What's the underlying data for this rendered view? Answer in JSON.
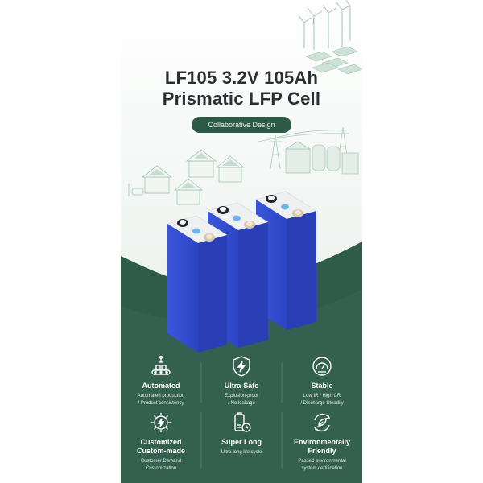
{
  "title": {
    "line1": "LF105 3.2V 105Ah",
    "line2": "Prismatic LFP Cell"
  },
  "badge": "Collaborative Design",
  "colors": {
    "cell_blue": "#3b55d6",
    "dark_green": "#2f5b4b",
    "pill_green": "#2d5a48"
  },
  "features": [
    {
      "icon": "conveyor-robot-icon",
      "name": "Automated",
      "desc": [
        "Automated production",
        "/ Product consistency"
      ]
    },
    {
      "icon": "shield-lightning-icon",
      "name": "Ultra-Safe",
      "desc": [
        "Explosion-proof",
        "/ No leakage"
      ]
    },
    {
      "icon": "gauge-icon",
      "name": "Stable",
      "desc": [
        "Low IR / High CR",
        "/ Discharge Steadily"
      ]
    },
    {
      "icon": "gear-lightning-icon",
      "name": "Customized\nCustom-made",
      "desc": [
        "Customer Demand",
        "Customization"
      ]
    },
    {
      "icon": "battery-clock-icon",
      "name": "Super Long",
      "desc": [
        "Ultra-long life cycle"
      ]
    },
    {
      "icon": "leaf-recycle-icon",
      "name": "Environmentally\nFriendly",
      "desc": [
        "Passed environmental",
        "system certification"
      ]
    }
  ]
}
